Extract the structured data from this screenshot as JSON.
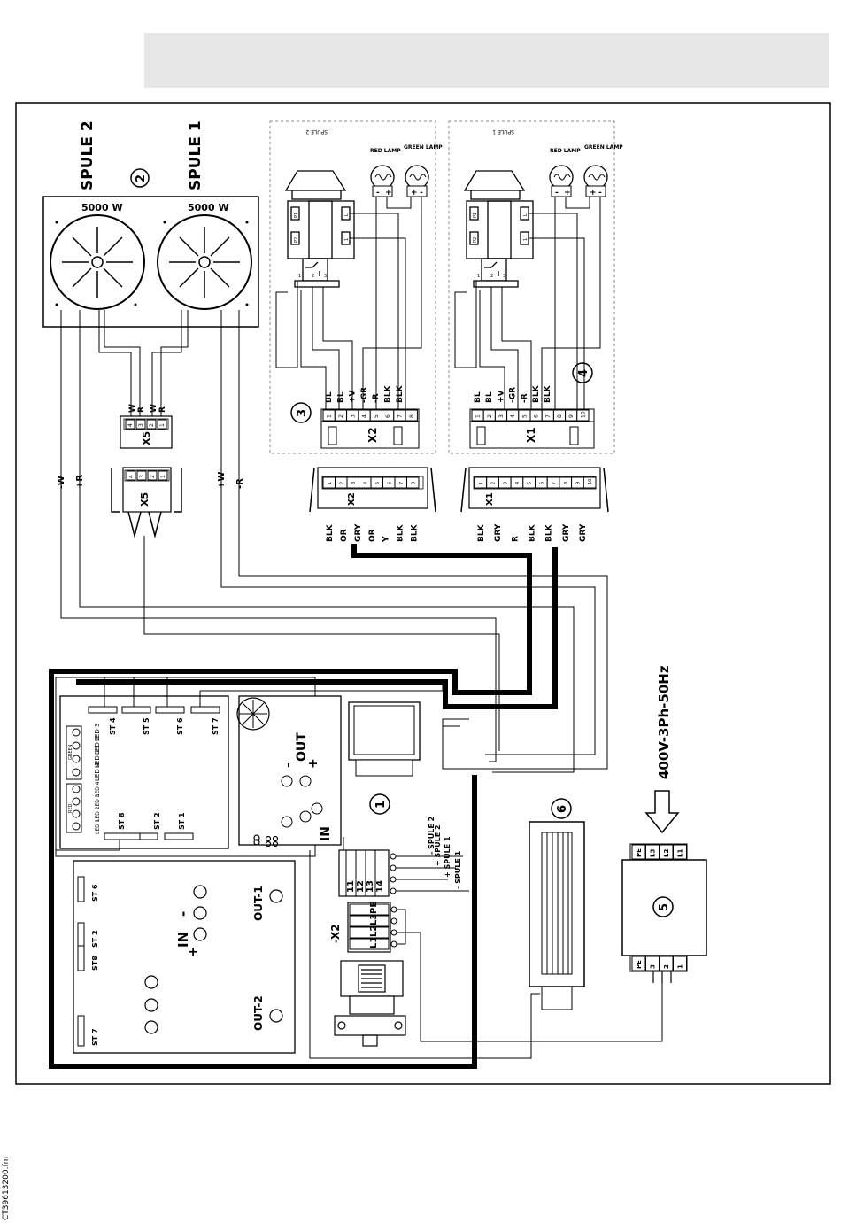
{
  "header_bar": {
    "color": "#e6e6e6"
  },
  "coils": {
    "spule2_label": "SPULE 2",
    "spule1_label": "SPULE 1",
    "marker": "2",
    "power_left": "5000 W",
    "power_right": "5000 W"
  },
  "x5_connector": {
    "label": "X5",
    "top_wires": [
      "W",
      "R",
      "W",
      "R"
    ],
    "pins": [
      "4",
      "3",
      "2",
      "1"
    ],
    "plug_label": "X5",
    "plug_pins": [
      "4",
      "3",
      "2",
      "1"
    ]
  },
  "left_wires": {
    "minus_w": "-W",
    "plus_r": "+R",
    "plus_w": "+W",
    "minus_r": "-R"
  },
  "panel_spule2": {
    "caption": "SPULE 2",
    "red_lamp": "RED LAMP",
    "green_lamp": "GREEN LAMP",
    "marker": "3",
    "wire_labels": [
      "BL",
      "BL",
      "+V",
      "-GR",
      "-R",
      "BLK",
      "BLK"
    ],
    "pins": [
      "1",
      "2",
      "3",
      "4",
      "5",
      "6",
      "7",
      "8"
    ],
    "connector": "X2",
    "switch_pins": [
      "P1",
      "P2",
      "L",
      "1",
      "2",
      "3"
    ],
    "red_lamp_symbols": [
      "-",
      "+"
    ],
    "green_lamp_symbols": [
      "+",
      "-"
    ]
  },
  "panel_spule1": {
    "caption": "SPULE 1",
    "red_lamp": "RED LAMP",
    "green_lamp": "GREEN LAMP",
    "marker": "4",
    "wire_labels": [
      "BL",
      "BL",
      "+V",
      "-GR",
      "-R",
      "BLK",
      "BLK"
    ],
    "pins": [
      "1",
      "2",
      "3",
      "4",
      "5",
      "6",
      "7",
      "8",
      "9",
      "10"
    ],
    "connector": "X1",
    "switch_pins": [
      "P1",
      "P2",
      "L",
      "1",
      "2",
      "3"
    ],
    "red_lamp_symbols": [
      "-",
      "+"
    ],
    "green_lamp_symbols": [
      "+",
      "-"
    ]
  },
  "plug_x2": {
    "label": "X2",
    "pins": [
      "1",
      "2",
      "3",
      "4",
      "5",
      "6",
      "7",
      "8"
    ],
    "wires": [
      "BLK",
      "OR",
      "GRY",
      "OR",
      "Y",
      "BLK",
      "BLK"
    ]
  },
  "plug_x1": {
    "label": "X1",
    "pins": [
      "1",
      "2",
      "3",
      "4",
      "5",
      "6",
      "7",
      "8",
      "9",
      "10"
    ],
    "wires": [
      "BLK",
      "GRY",
      "R",
      "BLK",
      "BLK",
      "GRY",
      "GRY"
    ]
  },
  "control_board": {
    "connectors_top": [
      "ST 4",
      "ST 5",
      "ST 6",
      "ST 7"
    ],
    "connectors_bottom": [
      "ST 8",
      "ST 2",
      "ST 1"
    ],
    "leds_green": [
      "LED 3",
      "LED 2",
      "LED 1",
      "LED 4"
    ],
    "green_label": "GREEN",
    "leds_red": [
      "LED 4",
      "LED 3",
      "LED 2",
      "LED 1"
    ],
    "red_label": "RED"
  },
  "power_board": {
    "connectors": [
      "ST 6",
      "ST 2",
      "ST8",
      "ST 7"
    ],
    "in_label": "IN",
    "in_signs": [
      "-",
      "+"
    ],
    "out1": "OUT-1",
    "out2": "OUT-2"
  },
  "psu": {
    "out_label": "OUT",
    "out_signs": [
      "-",
      "+"
    ],
    "in_label": "IN",
    "marker": "1"
  },
  "terminal_block": {
    "numbers": [
      "11",
      "12",
      "13",
      "14"
    ],
    "spule_labels": [
      "- SPULE 2",
      "+ SPULE 2",
      "+ SPULE 1",
      "- SPULE 1"
    ],
    "x2_label": "-X2",
    "x2_terminals": [
      "PE",
      "L3",
      "L2",
      "L1"
    ]
  },
  "fan": {
    "marker": "6"
  },
  "supply": {
    "label": "400V-3Ph-50Hz",
    "marker": "5",
    "terminals_top": [
      "PE",
      "L3",
      "L2",
      "L1"
    ],
    "terminals_bottom": [
      "PE",
      "3",
      "2",
      "1"
    ]
  },
  "footer_code": "CT39613200.fm"
}
